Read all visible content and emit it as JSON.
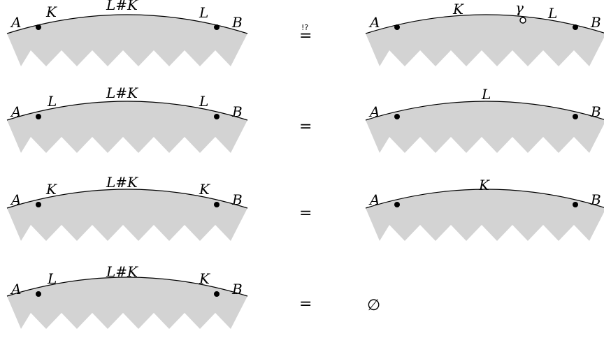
{
  "rows": [
    {
      "left": {
        "a": "A",
        "b": "B",
        "left_dot": "K",
        "mid": "L#K",
        "right_dot": "L"
      },
      "relation": "=",
      "relation_mark": "!?",
      "right": {
        "type": "diagram",
        "a": "A",
        "b": "B",
        "label1": "K",
        "special": "γ",
        "label2": "L"
      }
    },
    {
      "left": {
        "a": "A",
        "b": "B",
        "left_dot": "L",
        "mid": "L#K",
        "right_dot": "L"
      },
      "relation": "=",
      "right": {
        "type": "diagram",
        "a": "A",
        "b": "B",
        "label1": "L"
      }
    },
    {
      "left": {
        "a": "A",
        "b": "B",
        "left_dot": "K",
        "mid": "L#K",
        "right_dot": "K"
      },
      "relation": "=",
      "right": {
        "type": "diagram",
        "a": "A",
        "b": "B",
        "label1": "K"
      }
    },
    {
      "left": {
        "a": "A",
        "b": "B",
        "left_dot": "L",
        "mid": "L#K",
        "right_dot": "K"
      },
      "relation": "=",
      "right": {
        "type": "emptyset",
        "symbol": "∅"
      }
    }
  ]
}
